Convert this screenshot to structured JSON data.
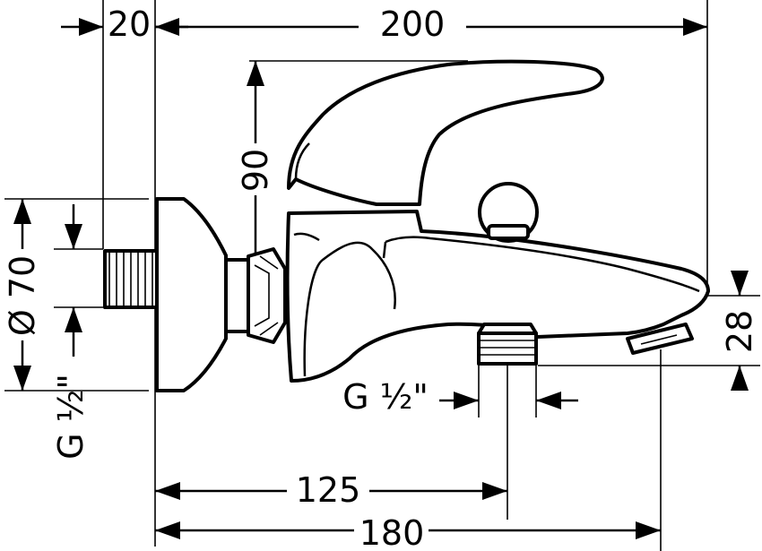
{
  "dimensions": {
    "offset_wall": "20",
    "total_length": "200",
    "height_lever": "90",
    "flange_diameter": "Ø 70",
    "inlet_thread": "G ½\"",
    "outlet_thread": "G ½\"",
    "spout_height": "28",
    "outlet_distance": "125",
    "spout_reach": "180"
  }
}
